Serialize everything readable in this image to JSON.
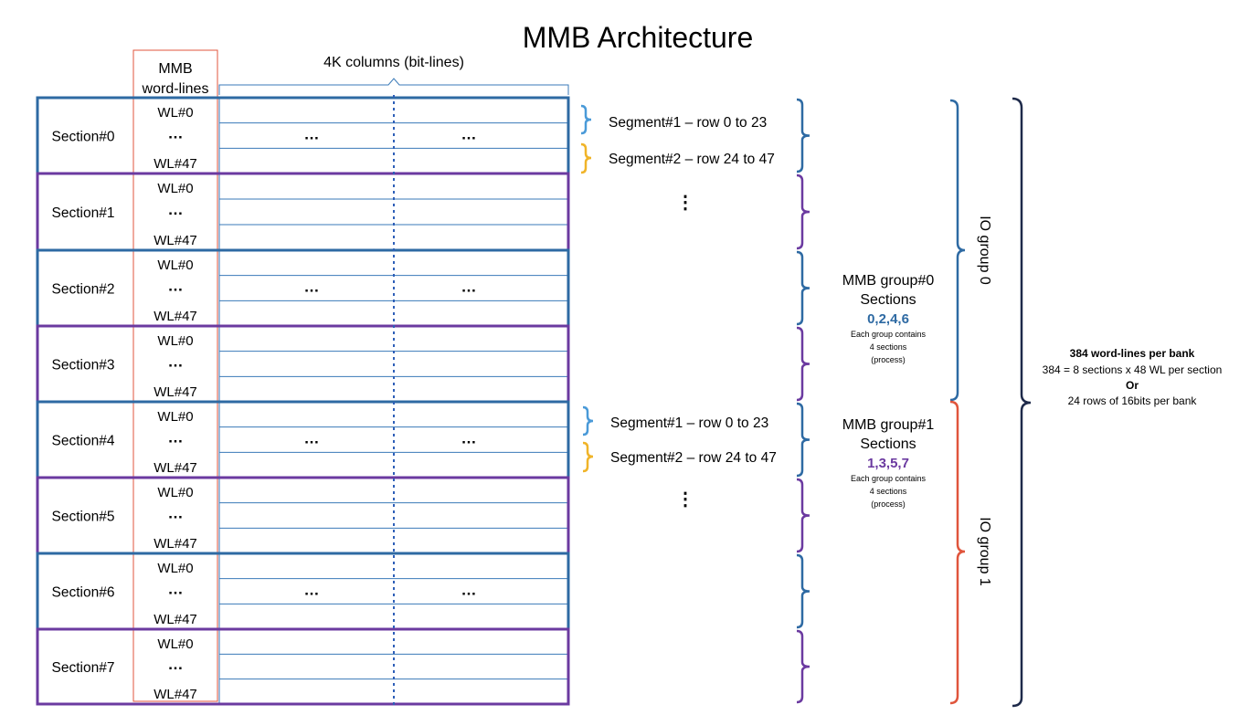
{
  "title": "MMB Architecture",
  "header": {
    "wordlines_label_line1": "MMB",
    "wordlines_label_line2": "word-lines",
    "columns_label": "4K columns (bit-lines)"
  },
  "sections": [
    {
      "label": "Section#0",
      "wl_top": "WL#0",
      "wl_mid": "…",
      "wl_bottom": "WL#47",
      "color": "#2e6aa3",
      "dots_left": "…",
      "dots_right": "…"
    },
    {
      "label": "Section#1",
      "wl_top": "WL#0",
      "wl_mid": "…",
      "wl_bottom": "WL#47",
      "color": "#6b3aa0",
      "dots_left": "",
      "dots_right": ""
    },
    {
      "label": "Section#2",
      "wl_top": "WL#0",
      "wl_mid": "…",
      "wl_bottom": "WL#47",
      "color": "#2e6aa3",
      "dots_left": "…",
      "dots_right": "…"
    },
    {
      "label": "Section#3",
      "wl_top": "WL#0",
      "wl_mid": "…",
      "wl_bottom": "WL#47",
      "color": "#6b3aa0",
      "dots_left": "",
      "dots_right": ""
    },
    {
      "label": "Section#4",
      "wl_top": "WL#0",
      "wl_mid": "…",
      "wl_bottom": "WL#47",
      "color": "#2e6aa3",
      "dots_left": "…",
      "dots_right": "…"
    },
    {
      "label": "Section#5",
      "wl_top": "WL#0",
      "wl_mid": "…",
      "wl_bottom": "WL#47",
      "color": "#6b3aa0",
      "dots_left": "",
      "dots_right": ""
    },
    {
      "label": "Section#6",
      "wl_top": "WL#0",
      "wl_mid": "…",
      "wl_bottom": "WL#47",
      "color": "#2e6aa3",
      "dots_left": "…",
      "dots_right": "…"
    },
    {
      "label": "Section#7",
      "wl_top": "WL#0",
      "wl_mid": "…",
      "wl_bottom": "WL#47",
      "color": "#6b3aa0",
      "dots_left": "",
      "dots_right": ""
    }
  ],
  "segments_top": {
    "seg1": "Segment#1 – row 0 to 23",
    "seg2": "Segment#2 – row 24 to 47",
    "ellipsis": "⋮"
  },
  "segments_bottom": {
    "seg1": "Segment#1 – row 0 to 23",
    "seg2": "Segment#2 – row 24 to 47",
    "ellipsis": "⋮"
  },
  "group0": {
    "title_line1": "MMB group#0",
    "title_line2": "Sections",
    "sections": "0,2,4,6",
    "note_line1": "Each group contains",
    "note_line2": "4 sections",
    "note_line3": "(process)"
  },
  "group1": {
    "title_line1": "MMB group#1",
    "title_line2": "Sections",
    "sections": "1,3,5,7",
    "note_line1": "Each group contains",
    "note_line2": "4 sections",
    "note_line3": "(process)"
  },
  "io_groups": {
    "io0": "IO group 0",
    "io1": "IO group 1"
  },
  "bank_note": {
    "line1": "384 word-lines per bank",
    "line2": "384 = 8 sections x 48 WL per section",
    "line3": "Or",
    "line4": "24 rows of 16bits per bank"
  },
  "colors": {
    "blue": "#2e6aa3",
    "purple": "#6b3aa0",
    "grid_line": "#3a7ab8",
    "wordline_box": "#e0553c",
    "seg1_brace": "#4a9ad8",
    "seg2_brace": "#f0b429",
    "io1_brace": "#e0553c",
    "bank_brace": "#1e2a4a"
  }
}
